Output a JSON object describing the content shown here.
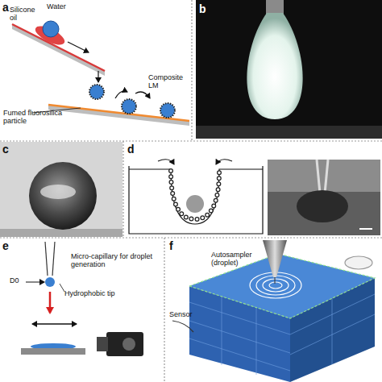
{
  "diagram": {
    "labels": [
      "a",
      "Silicone oil",
      "Water",
      "Composite LM",
      "Fumed fluorosilica particle",
      "b",
      "c",
      "d",
      "e",
      "Micro-capillary for droplet generation",
      "D0",
      "Hydrophobic tip",
      "f",
      "Autosampler (droplet)",
      "Sensor"
    ]
  }
}
